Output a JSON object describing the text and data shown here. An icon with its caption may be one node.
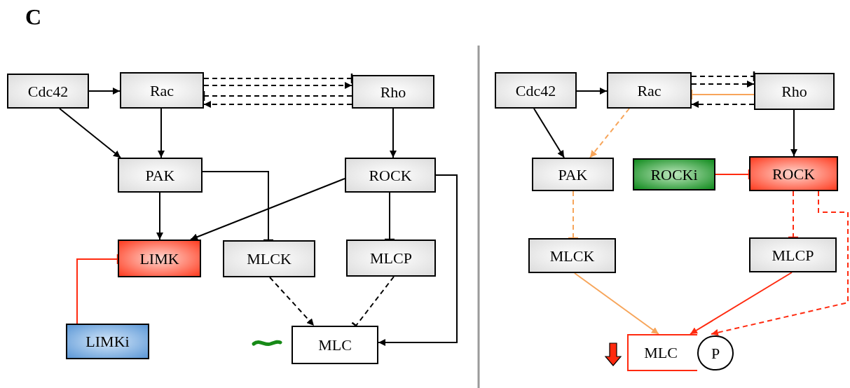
{
  "diagram": {
    "nodes": [
      {
        "text": [
          "Cdc42"
        ]
      },
      {
        "text": [
          "Rac"
        ]
      },
      {
        "text": [
          "Rho"
        ]
      },
      {
        "text": [
          "PAK"
        ]
      },
      {
        "text": [
          "ROCK"
        ]
      },
      {
        "text": [
          "LIMK"
        ]
      },
      {
        "text": [
          "MLCK"
        ]
      },
      {
        "text": [
          "MLCP"
        ]
      },
      {
        "text": [
          "LIMKi"
        ]
      },
      {
        "text": [
          "MLC"
        ]
      },
      {
        "text": [
          "Cdc42"
        ]
      },
      {
        "text": [
          "Rac"
        ]
      },
      {
        "text": [
          "Rho"
        ]
      },
      {
        "text": [
          "PAK"
        ]
      },
      {
        "text": [
          "ROCKi"
        ]
      },
      {
        "text": [
          "ROCK"
        ]
      },
      {
        "text": [
          "MLCK"
        ]
      },
      {
        "text": [
          "MLCP"
        ]
      },
      {
        "text": [
          "MLC"
        ]
      },
      {
        "text": [
          "P"
        ]
      }
    ],
    "edges": [
      {
        "from": 0,
        "to": 1,
        "arrow": "to"
      },
      {
        "from": 1,
        "to": 2,
        "arrow": "other",
        "style": "dashed"
      },
      {
        "from": 1,
        "to": 2,
        "arrow": "to",
        "style": "dashed"
      },
      {
        "from": 2,
        "to": 1,
        "arrow": "other",
        "style": "dashed"
      },
      {
        "from": 2,
        "to": 1,
        "arrow": "to",
        "style": "dashed"
      },
      {
        "from": 0,
        "to": 3,
        "arrow": "to"
      },
      {
        "from": 1,
        "to": 3,
        "arrow": "to"
      },
      {
        "from": 2,
        "to": 4,
        "arrow": "to"
      },
      {
        "from": 3,
        "to": 6,
        "arrow": "other"
      },
      {
        "from": 4,
        "to": 5,
        "arrow": "to"
      },
      {
        "from": 3,
        "to": 5,
        "arrow": "to"
      },
      {
        "from": 4,
        "to": 7,
        "arrow": "other"
      },
      {
        "from": 6,
        "to": 9,
        "arrow": "to",
        "style": "dashed"
      },
      {
        "from": 7,
        "to": 9,
        "arrow": "other",
        "style": "dashed"
      },
      {
        "from": 4,
        "to": 9,
        "arrow": "to"
      },
      {
        "from": 8,
        "to": 5,
        "arrow": "other",
        "color": "#ff2a0f"
      },
      {
        "from": 10,
        "to": 11,
        "arrow": "to"
      },
      {
        "from": 11,
        "to": 12,
        "arrow": "other",
        "style": "dashed"
      },
      {
        "from": 11,
        "to": 12,
        "arrow": "to",
        "style": "dashed"
      },
      {
        "from": 12,
        "to": 11,
        "arrow": "other",
        "color": "#f7a55a"
      },
      {
        "from": 12,
        "to": 11,
        "arrow": "to",
        "style": "dashed"
      },
      {
        "from": 10,
        "to": 13,
        "arrow": "to"
      },
      {
        "from": 11,
        "to": 13,
        "arrow": "to",
        "style": "dashed",
        "color": "#f7a55a"
      },
      {
        "from": 12,
        "to": 15,
        "arrow": "to"
      },
      {
        "from": 14,
        "to": 15,
        "arrow": "other",
        "color": "#ff2a0f"
      },
      {
        "from": 13,
        "to": 16,
        "arrow": "other",
        "style": "dashed",
        "color": "#f7a55a"
      },
      {
        "from": 15,
        "to": 17,
        "arrow": "other",
        "style": "dashed",
        "color": "#ff2a0f"
      },
      {
        "from": 15,
        "to": 18,
        "arrow": "to",
        "style": "dashed",
        "color": "#ff2a0f"
      },
      {
        "from": 16,
        "to": 18,
        "arrow": "to",
        "color": "#f7a55a"
      },
      {
        "from": 17,
        "to": 18,
        "arrow": "to",
        "color": "#ff2a0f"
      }
    ],
    "labels": [
      "C"
    ]
  }
}
